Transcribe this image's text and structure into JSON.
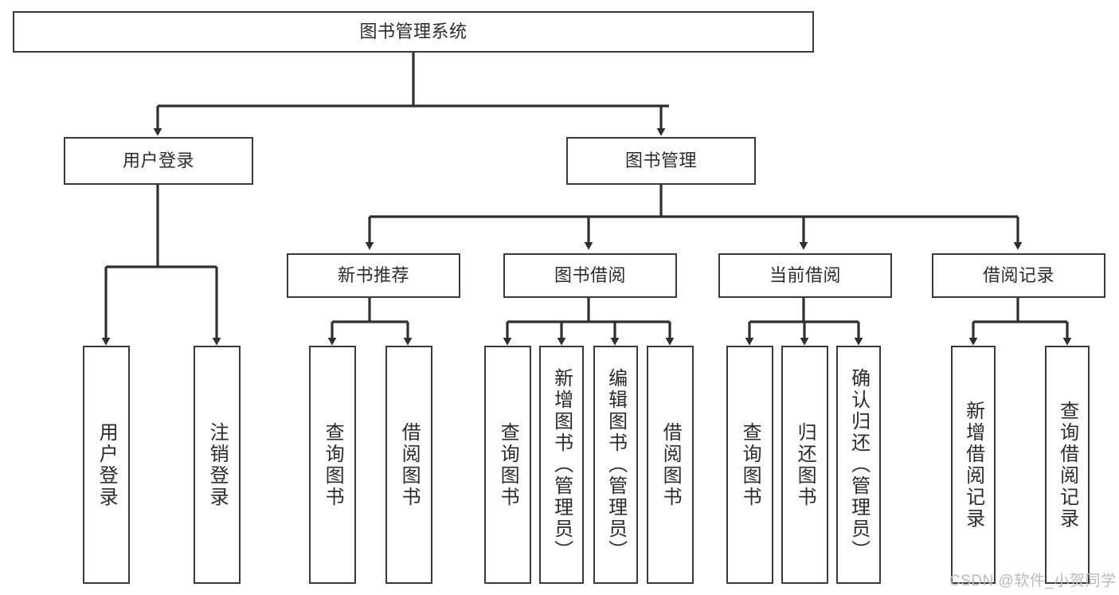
{
  "diagram": {
    "title": "图书管理系统",
    "type": "function-tree",
    "background_color": "#ffffff",
    "node_border_color": "#3a3a3a",
    "text_color": "#2b2b2b",
    "edge_color": "#2f2f2f"
  },
  "nodes": {
    "root": {
      "label": "图书管理系统",
      "orientation": "horizontal",
      "level": 1
    },
    "l2": [
      {
        "label": "用户登录",
        "orientation": "horizontal",
        "level": 2
      },
      {
        "label": "图书管理",
        "orientation": "horizontal",
        "level": 2
      }
    ],
    "l3": [
      {
        "label": "新书推荐",
        "orientation": "horizontal",
        "level": 3
      },
      {
        "label": "图书借阅",
        "orientation": "horizontal",
        "level": 3
      },
      {
        "label": "当前借阅",
        "orientation": "horizontal",
        "level": 3
      },
      {
        "label": "借阅记录",
        "orientation": "horizontal",
        "level": 3
      }
    ],
    "leaves": [
      {
        "label": "用户登录",
        "orientation": "vertical",
        "parent": "用户登录"
      },
      {
        "label": "注销登录",
        "orientation": "vertical",
        "parent": "用户登录"
      },
      {
        "label": "查询图书",
        "orientation": "vertical",
        "parent": "新书推荐"
      },
      {
        "label": "借阅图书",
        "orientation": "vertical",
        "parent": "新书推荐"
      },
      {
        "label": "查询图书",
        "orientation": "vertical",
        "parent": "图书借阅"
      },
      {
        "label": "新增图书（管理员）",
        "orientation": "vertical",
        "parent": "图书借阅"
      },
      {
        "label": "编辑图书（管理员）",
        "orientation": "vertical",
        "parent": "图书借阅"
      },
      {
        "label": "借阅图书",
        "orientation": "vertical",
        "parent": "图书借阅"
      },
      {
        "label": "查询图书",
        "orientation": "vertical",
        "parent": "当前借阅"
      },
      {
        "label": "归还图书",
        "orientation": "vertical",
        "parent": "当前借阅"
      },
      {
        "label": "确认归还（管理员）",
        "orientation": "vertical",
        "parent": "当前借阅"
      },
      {
        "label": "新增借阅记录",
        "orientation": "vertical",
        "parent": "借阅记录"
      },
      {
        "label": "查询借阅记录",
        "orientation": "vertical",
        "parent": "借阅记录"
      }
    ]
  },
  "watermark": {
    "text": "CSDN @软件_小贺同学"
  }
}
